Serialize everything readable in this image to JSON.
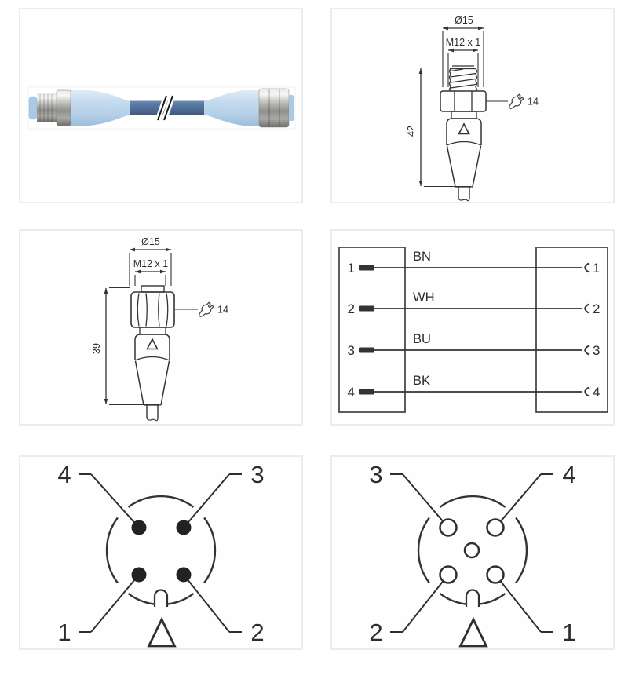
{
  "colors": {
    "line": "#333333",
    "panel_border": "#ececec",
    "cable_blue": "#516f9c",
    "connector_blue": "#bfd8ec",
    "metal_gray": "#9c9c98"
  },
  "panels": {
    "male_side_view": {
      "diameter_dim": "Ø15",
      "thread_dim": "M12 x 1",
      "length_dim": "42",
      "wrench_size": "14"
    },
    "female_side_view": {
      "diameter_dim": "Ø15",
      "thread_dim": "M12 x 1",
      "length_dim": "39",
      "wrench_size": "14"
    },
    "wiring_diagram": {
      "rows": [
        {
          "left_pin": "1",
          "color_code": "BN",
          "right_pin": "1"
        },
        {
          "left_pin": "2",
          "color_code": "WH",
          "right_pin": "2"
        },
        {
          "left_pin": "3",
          "color_code": "BU",
          "right_pin": "3"
        },
        {
          "left_pin": "4",
          "color_code": "BK",
          "right_pin": "4"
        }
      ]
    },
    "male_pinout": {
      "top_left": "4",
      "top_right": "3",
      "bottom_left": "1",
      "bottom_right": "2"
    },
    "female_pinout": {
      "top_left": "3",
      "top_right": "4",
      "bottom_left": "2",
      "bottom_right": "1"
    }
  }
}
